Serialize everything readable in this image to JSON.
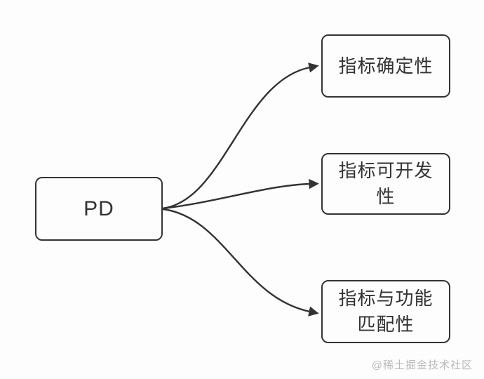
{
  "diagram": {
    "type": "flowchart",
    "root": {
      "label": "PD"
    },
    "children": [
      {
        "label": "指标确定性"
      },
      {
        "label": "指标可开发性"
      },
      {
        "label": "指标与功能匹配性"
      }
    ],
    "edges": [
      {
        "from": "PD",
        "to": "指标确定性"
      },
      {
        "from": "PD",
        "to": "指标可开发性"
      },
      {
        "from": "PD",
        "to": "指标与功能匹配性"
      }
    ],
    "colors": {
      "stroke": "#333333",
      "node_fill": "#fdfdfd",
      "background": "#fdfdfd",
      "text": "#333333",
      "watermark": "#b9b9b9"
    }
  },
  "watermark": {
    "text": "@稀土掘金技术社区"
  }
}
